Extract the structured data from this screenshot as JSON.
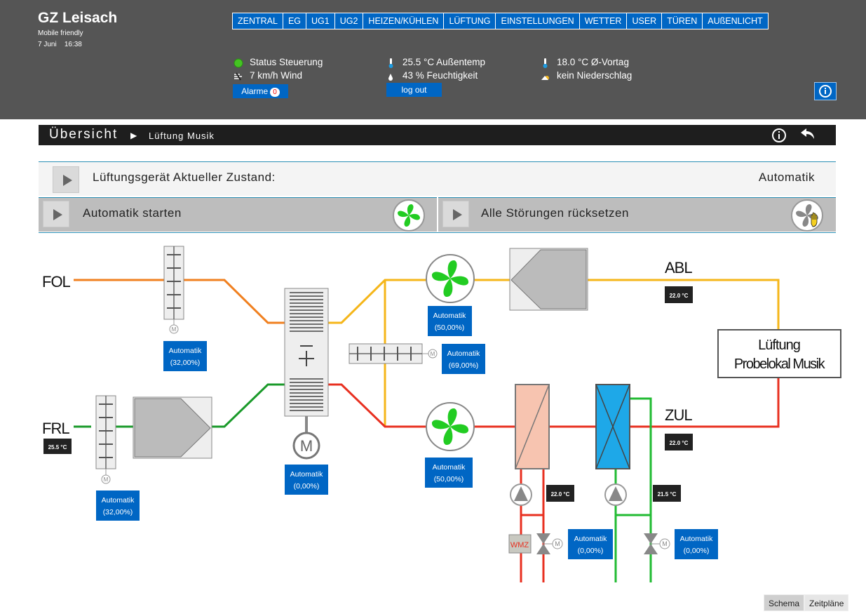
{
  "site": {
    "title": "GZ Leisach",
    "subtitle": "Mobile friendly",
    "date": "7 Juni",
    "time": "16:38"
  },
  "nav": [
    "ZENTRAL",
    "EG",
    "UG1",
    "UG2",
    "HEIZEN/KÜHLEN",
    "LÜFTUNG",
    "EINSTELLUNGEN",
    "WETTER",
    "USER",
    "TÜREN",
    "AUßENLICHT"
  ],
  "status": {
    "steuerung": "Status Steuerung",
    "wind": "7 km/h Wind",
    "aussentemp": "25.5 °C Außentemp",
    "feuchte": "43 % Feuchtigkeit",
    "vortag": "18.0 °C Ø-Vortag",
    "niederschlag": "kein Niederschlag"
  },
  "buttons": {
    "alarme": "Alarme",
    "alarm_count": "0",
    "logout": "log out"
  },
  "breadcrumb": {
    "title": "Übersicht",
    "sub": "Lüftung Musik"
  },
  "rows": {
    "zustand_label": "Lüftungsgerät Aktueller Zustand:",
    "zustand_value": "Automatik",
    "start_label": "Automatik starten",
    "reset_label": "Alle Störungen rücksetzen"
  },
  "schema": {
    "fol": "FOL",
    "frl": "FRL",
    "abl": "ABL",
    "zul": "ZUL",
    "device_line1": "Lüftung",
    "device_line2": "Probelokal Musik",
    "motor_label": "M",
    "wmz_label": "WMZ",
    "temps": {
      "frl": "25.5 °C",
      "abl": "22.0 °C",
      "zul": "22.0 °C",
      "heat": "22.0 °C",
      "cool": "21.5 °C"
    },
    "statuses": [
      {
        "mode": "Automatik",
        "value": "(32,00%)"
      },
      {
        "mode": "Automatik",
        "value": "(32,00%)"
      },
      {
        "mode": "Automatik",
        "value": "(0,00%)"
      },
      {
        "mode": "Automatik",
        "value": "(50,00%)"
      },
      {
        "mode": "Automatik",
        "value": "(69,00%)"
      },
      {
        "mode": "Automatik",
        "value": "(50,00%)"
      },
      {
        "mode": "Automatik",
        "value": "(0,00%)"
      },
      {
        "mode": "Automatik",
        "value": "(0,00%)"
      }
    ]
  },
  "tabs": [
    "Schema",
    "Zeitpläne"
  ],
  "colors": {
    "header": "#555555",
    "accent": "#0066c4",
    "fan": "#22cc22",
    "supply": "#e83020",
    "exhaust": "#f5b61a",
    "fresh": "#1a9a2a",
    "outlet": "#f08020"
  }
}
